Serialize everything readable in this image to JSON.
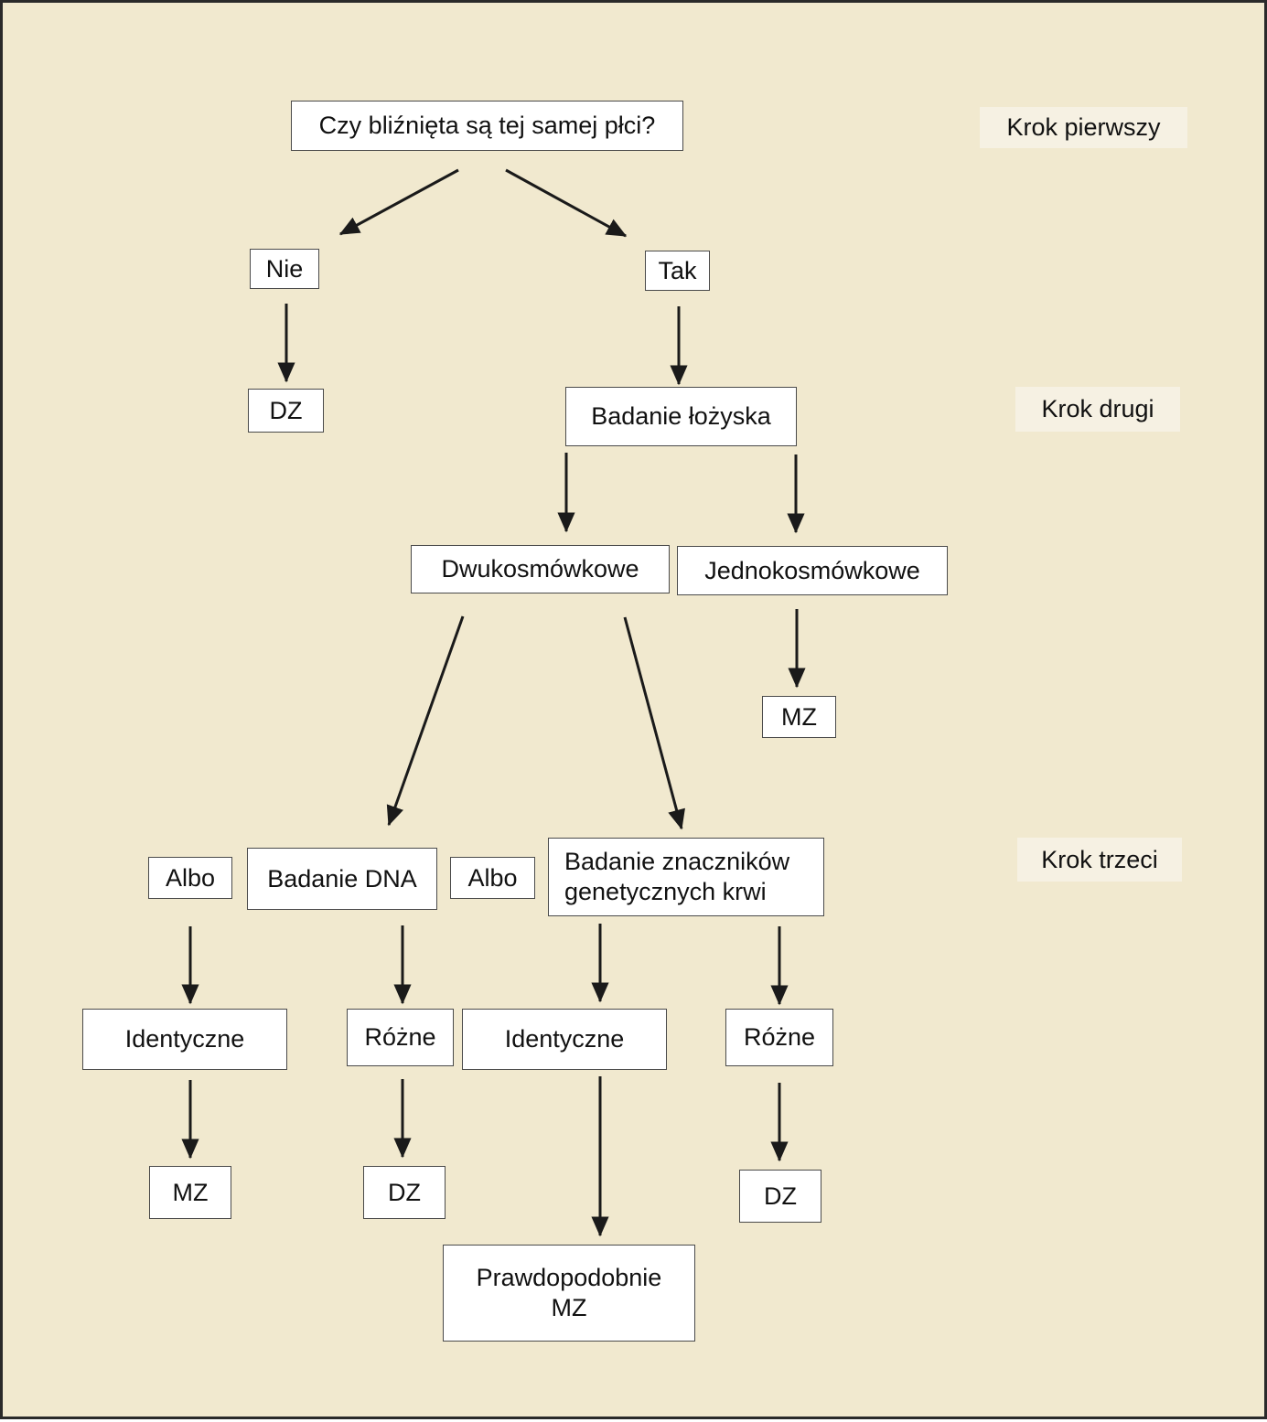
{
  "colors": {
    "background": "#f1e9cf",
    "node_fill": "#ffffff",
    "node_border": "#4a4a4a",
    "step_label_fill": "#f6f1e3",
    "arrow": "#1a1a1a"
  },
  "steps": {
    "step1": "Krok pierwszy",
    "step2": "Krok drugi",
    "step3": "Krok trzeci"
  },
  "nodes": {
    "question": "Czy bliźnięta są tej samej płci?",
    "no": "Nie",
    "yes": "Tak",
    "dz_sex": "DZ",
    "placenta_exam": "Badanie łożyska",
    "dichorionic": "Dwukosmówkowe",
    "monochorionic": "Jednokosmówkowe",
    "mz_mono": "MZ",
    "or_left": "Albo",
    "dna_test": "Badanie DNA",
    "or_right": "Albo",
    "blood_markers": "Badanie znaczników\ngenetycznych krwi",
    "dna_identical": "Identyczne",
    "dna_different": "Różne",
    "blood_identical": "Identyczne",
    "blood_different": "Różne",
    "mz_dna": "MZ",
    "dz_dna": "DZ",
    "probably_mz": "Prawdopodobnie\nMZ",
    "dz_blood": "DZ"
  }
}
